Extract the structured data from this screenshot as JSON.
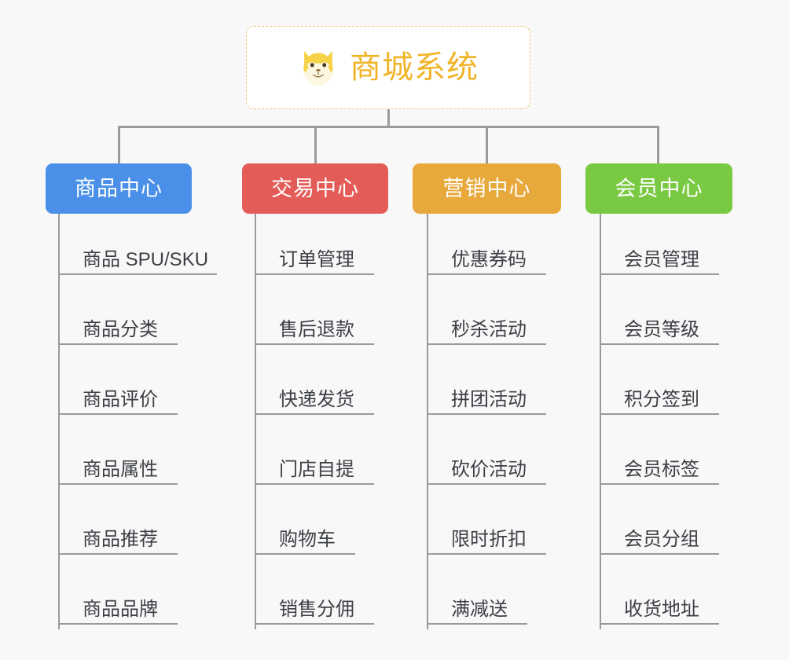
{
  "root": {
    "title": "商城系统",
    "icon": "shiba-dog-icon",
    "border_color": "#f0c674",
    "text_color": "#f0b429",
    "background": "#ffffff"
  },
  "canvas": {
    "background": "#f8f8f9",
    "connector_color": "#9a9a9a"
  },
  "columns": [
    {
      "title": "商品中心",
      "color": "#4a90e8",
      "items": [
        "商品 SPU/SKU",
        "商品分类",
        "商品评价",
        "商品属性",
        "商品推荐",
        "商品品牌"
      ]
    },
    {
      "title": "交易中心",
      "color": "#e45c57",
      "items": [
        "订单管理",
        "售后退款",
        "快递发货",
        "门店自提",
        "购物车",
        "销售分佣"
      ]
    },
    {
      "title": "营销中心",
      "color": "#e8a93c",
      "items": [
        "优惠券码",
        "秒杀活动",
        "拼团活动",
        "砍价活动",
        "限时折扣",
        "满减送"
      ]
    },
    {
      "title": "会员中心",
      "color": "#7ac943",
      "items": [
        "会员管理",
        "会员等级",
        "积分签到",
        "会员标签",
        "会员分组",
        "收货地址"
      ]
    }
  ]
}
